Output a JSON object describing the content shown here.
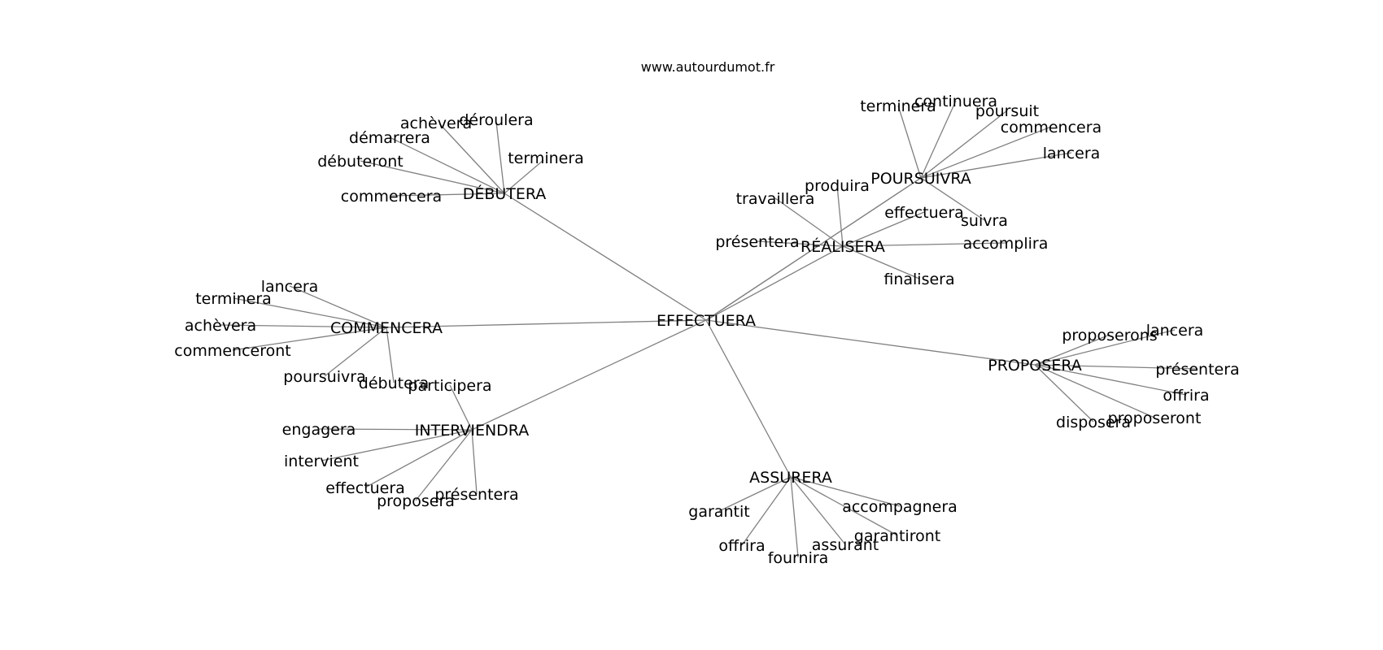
{
  "site": "www.autourdumot.fr",
  "center": "EFFECTUERA",
  "clusters": [
    {
      "name": "DÉBUTERA",
      "words": [
        "achèvera",
        "déroulera",
        "démarrera",
        "terminera",
        "débuteront",
        "commencera"
      ]
    },
    {
      "name": "COMMENCERA",
      "words": [
        "lancera",
        "terminera",
        "achèvera",
        "commenceront",
        "poursuivra",
        "débutera"
      ]
    },
    {
      "name": "INTERVIENDRA",
      "words": [
        "participera",
        "engagera",
        "intervient",
        "effectuera",
        "proposera",
        "présentera"
      ]
    },
    {
      "name": "ASSURERA",
      "words": [
        "garantit",
        "accompagnera",
        "garantiront",
        "offrira",
        "assurant",
        "fournira"
      ]
    },
    {
      "name": "PROPOSERA",
      "words": [
        "proposerons",
        "lancera",
        "présentera",
        "offrira",
        "proposeront",
        "disposera"
      ]
    },
    {
      "name": "RÉALISERA",
      "words": [
        "travaillera",
        "produira",
        "effectuera",
        "présentera",
        "accomplira",
        "finalisera"
      ]
    },
    {
      "name": "POURSUIVRA",
      "words": [
        "terminera",
        "continuera",
        "poursuit",
        "commencera",
        "lancera",
        "suivra"
      ]
    }
  ]
}
